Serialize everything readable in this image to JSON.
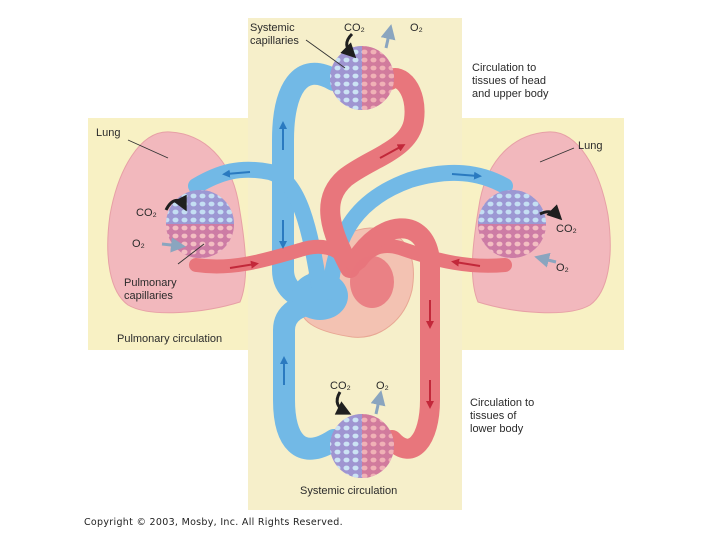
{
  "labels": {
    "systemic_capillaries": "Systemic\ncapillaries",
    "co2_top": "CO₂",
    "o2_top": "O₂",
    "circ_head": "Circulation to\ntissues of head\nand upper body",
    "lung_left": "Lung",
    "lung_right": "Lung",
    "co2_left": "CO₂",
    "o2_left": "O₂",
    "co2_right": "CO₂",
    "o2_right": "O₂",
    "pulmonary_capillaries": "Pulmonary\ncapillaries",
    "pulmonary_circulation": "Pulmonary circulation",
    "co2_bottom": "CO₂",
    "o2_bottom": "O₂",
    "circ_lower": "Circulation to\ntissues of\nlower body",
    "systemic_circulation": "Systemic circulation"
  },
  "copyright": "Copyright © 2003, Mosby, Inc. All Rights Reserved.",
  "colors": {
    "panel": "#f8f1c4",
    "panel_vertical": "#f6efca",
    "lung": "#f2b8bd",
    "deoxygenated": "#72b9e6",
    "oxygenated": "#e8767c",
    "capillary": "#b782c6",
    "arrow_dark": "#1f1f1f",
    "arrow_light": "#8aa5bf",
    "heart": "#f3c2b2"
  }
}
